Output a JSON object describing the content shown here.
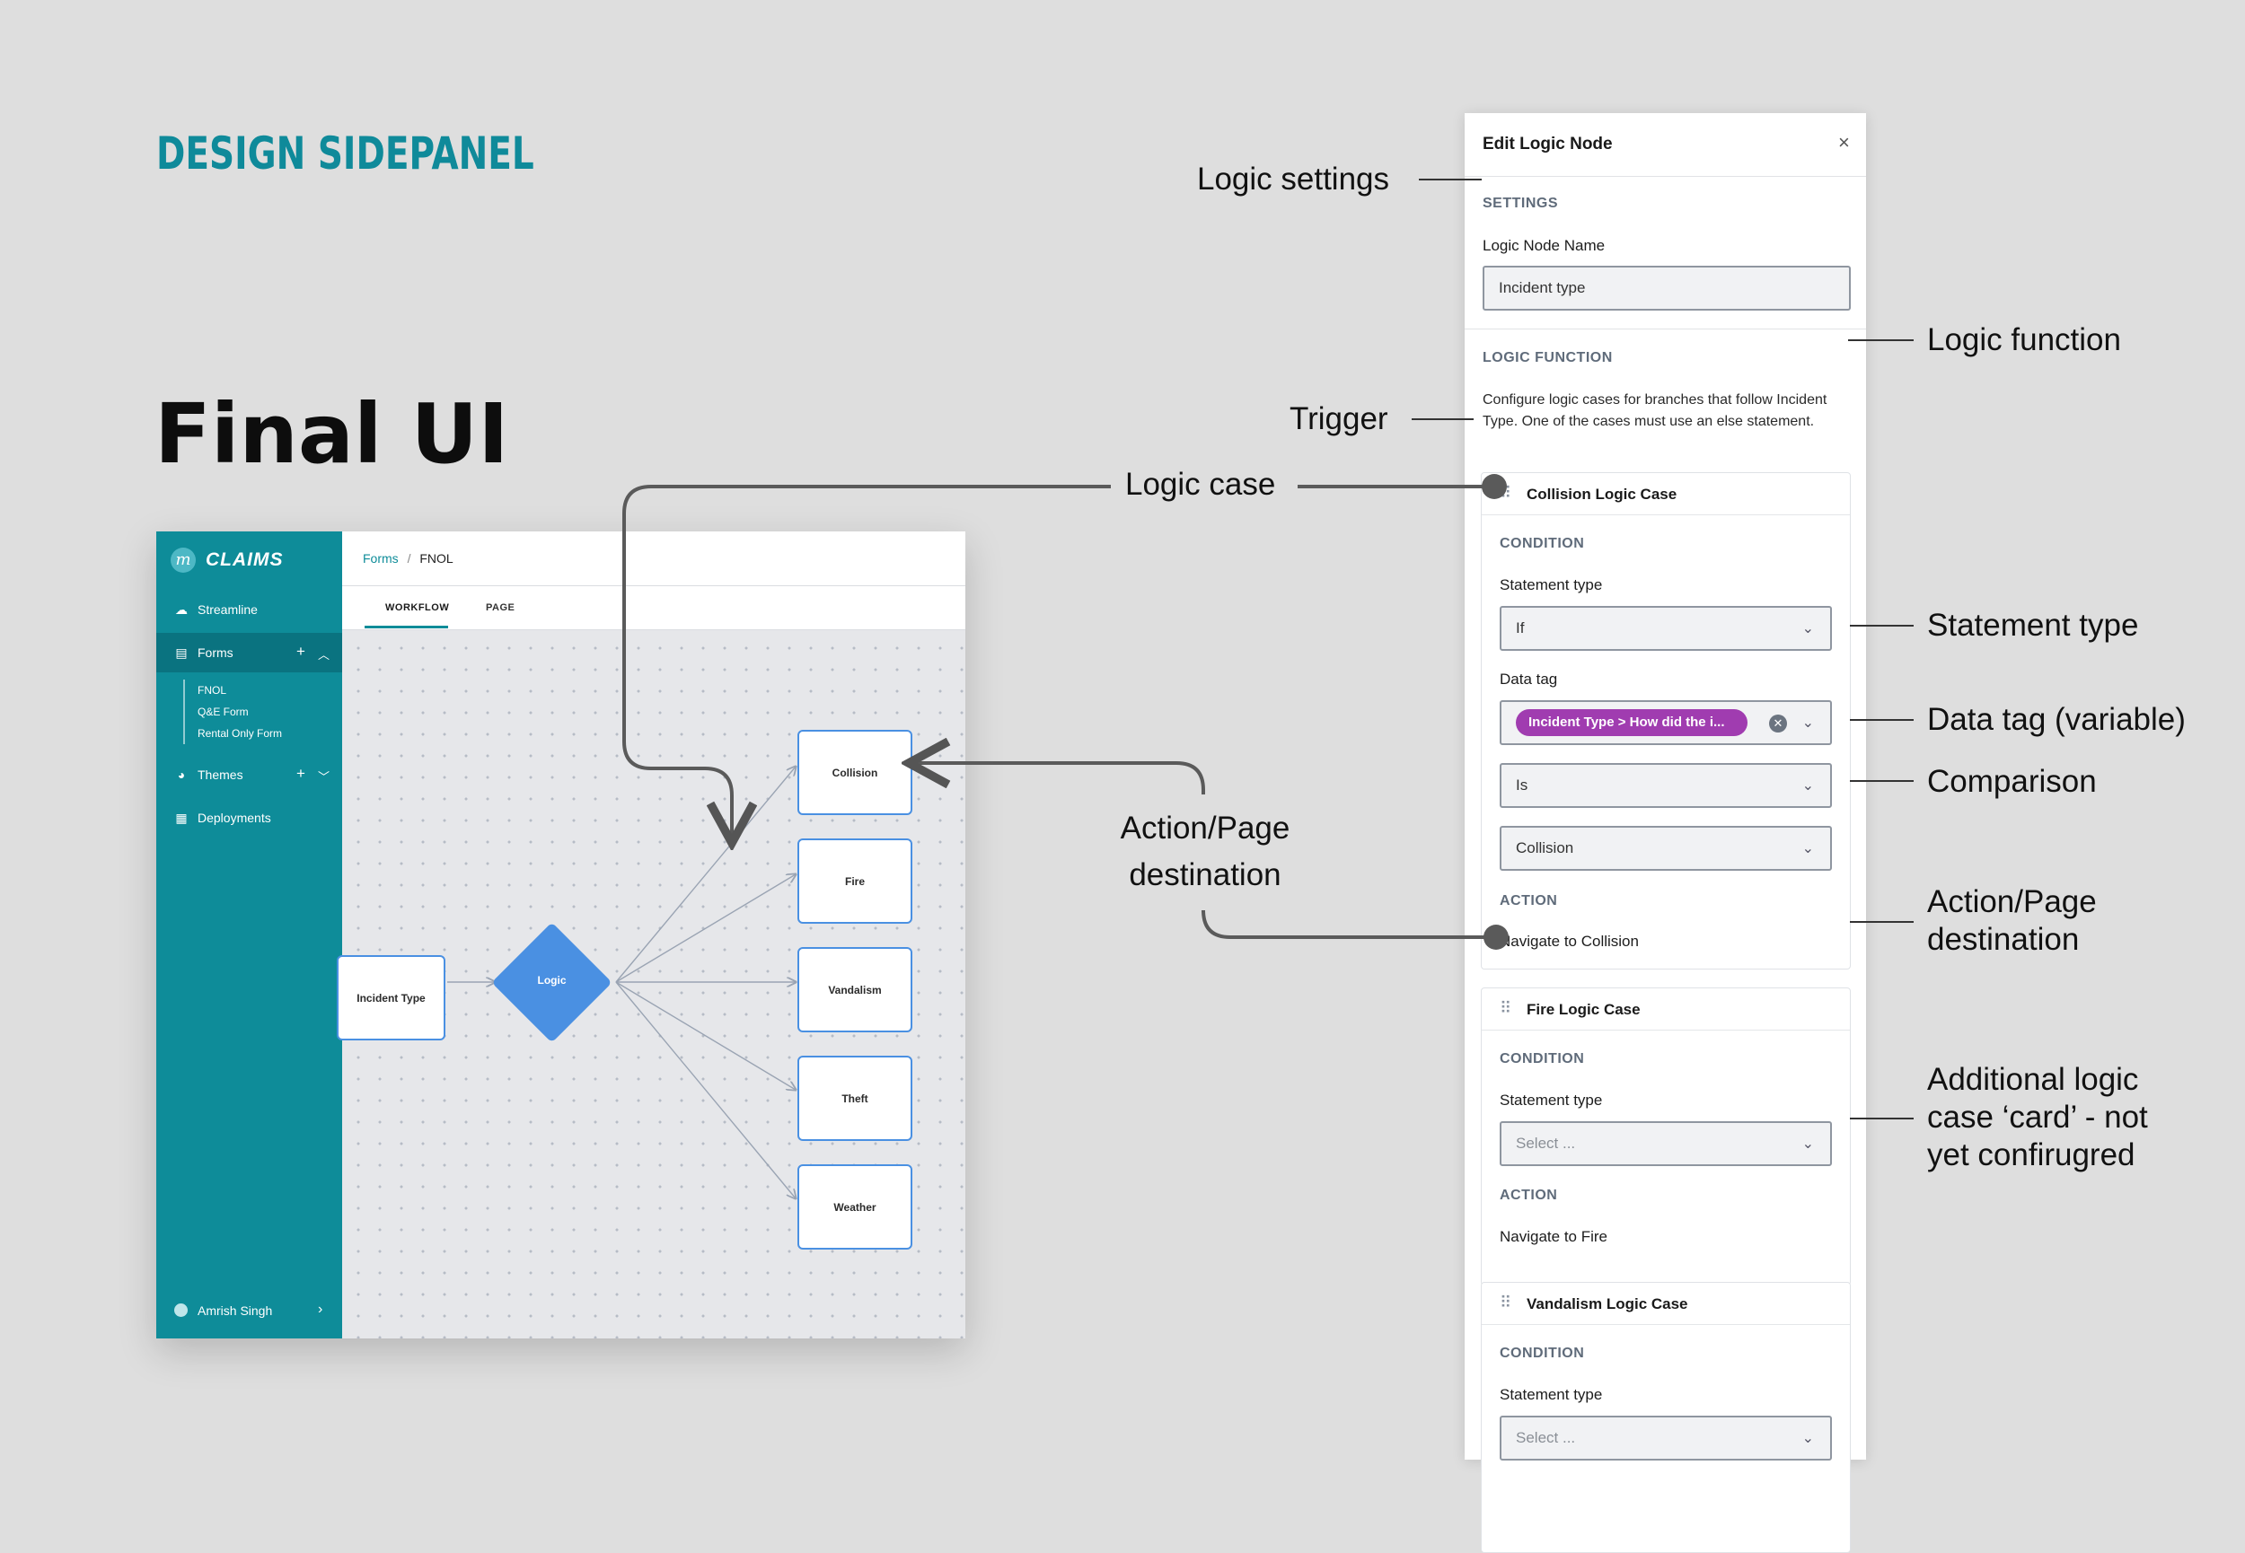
{
  "heading": "DESIGN SIDEPANEL",
  "final_ui": "Final UI",
  "app": {
    "logo_glyph": "m",
    "logo": "CLAIMS",
    "nav": {
      "streamline": "Streamline",
      "forms": "Forms",
      "forms_sub": [
        "FNOL",
        "Q&E Form",
        "Rental Only Form"
      ],
      "themes": "Themes",
      "deployments": "Deployments",
      "plus": "+"
    },
    "user": "Amrish Singh",
    "breadcrumb": {
      "root": "Forms",
      "sep": "/",
      "current": "FNOL"
    },
    "tabs": {
      "workflow": "WORKFLOW",
      "page": "PAGE"
    },
    "nodes": {
      "incident": "Incident Type",
      "logic": "Logic",
      "collision": "Collision",
      "fire": "Fire",
      "vandalism": "Vandalism",
      "theft": "Theft",
      "weather": "Weather"
    }
  },
  "panel": {
    "title": "Edit Logic Node",
    "close": "×",
    "settings": "SETTINGS",
    "name_label": "Logic Node Name",
    "name_value": "Incident type",
    "logic_function": "LOGIC FUNCTION",
    "description": "Configure logic cases for branches that follow Incident Type. One of the cases must use an else statement.",
    "cases": [
      {
        "title": "Collision Logic Case",
        "condition": "CONDITION",
        "statement_label": "Statement type",
        "statement_value": "If",
        "data_tag_label": "Data tag",
        "data_tag_value": "Incident Type > How did the i...",
        "comparison": "Is",
        "value": "Collision",
        "action": "ACTION",
        "action_text": "Navigate to Collision"
      },
      {
        "title": "Fire Logic Case",
        "condition": "CONDITION",
        "statement_label": "Statement type",
        "statement_placeholder": "Select ...",
        "action": "ACTION",
        "action_text": "Navigate to Fire"
      },
      {
        "title": "Vandalism Logic Case",
        "condition": "CONDITION",
        "statement_label": "Statement type",
        "statement_placeholder": "Select ..."
      }
    ]
  },
  "annotations": {
    "logic_settings": "Logic settings",
    "logic_function": "Logic function",
    "trigger": "Trigger",
    "logic_case": "Logic case",
    "action_page_left_1": "Action/Page",
    "action_page_left_2": "destination",
    "statement_type": "Statement type",
    "data_tag": "Data tag (variable)",
    "comparison": "Comparison",
    "action_page_right_1": "Action/Page",
    "action_page_right_2": "destination",
    "additional_1": "Additional logic",
    "additional_2": "case ‘card’ - not",
    "additional_3": "yet confirugred"
  },
  "colors": {
    "teal": "#0e8c99",
    "node_blue": "#4a90e2",
    "tag_purple": "#a03cb0"
  }
}
